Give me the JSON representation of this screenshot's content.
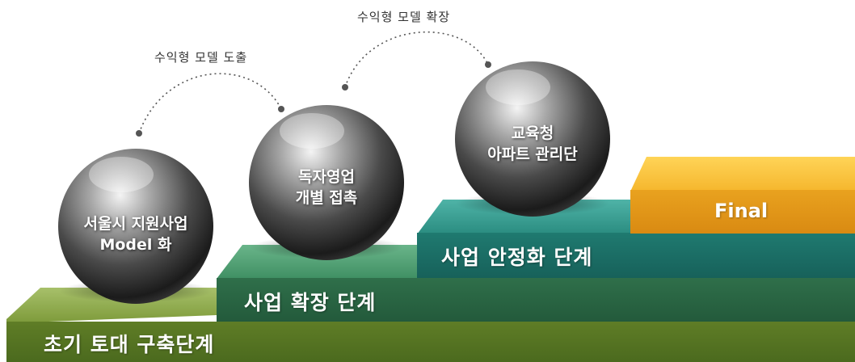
{
  "colors": {
    "step1": "#6b8a2c",
    "step2": "#2e6d4a",
    "step3": "#1e7a72",
    "final": "#e8a01e"
  },
  "steps": [
    {
      "label": "초기 토대 구축단계"
    },
    {
      "label": "사업 확장 단계"
    },
    {
      "label": "사업 안정화 단계"
    },
    {
      "label": "Final"
    }
  ],
  "spheres": [
    {
      "line1": "서울시 지원사업",
      "line2": "Model 화"
    },
    {
      "line1": "독자영업",
      "line2": "개별 접촉"
    },
    {
      "line1": "교육청",
      "line2": "아파트 관리단"
    }
  ],
  "annotations": [
    {
      "text": "수익형 모델 도출"
    },
    {
      "text": "수익형 모델 확장"
    }
  ]
}
